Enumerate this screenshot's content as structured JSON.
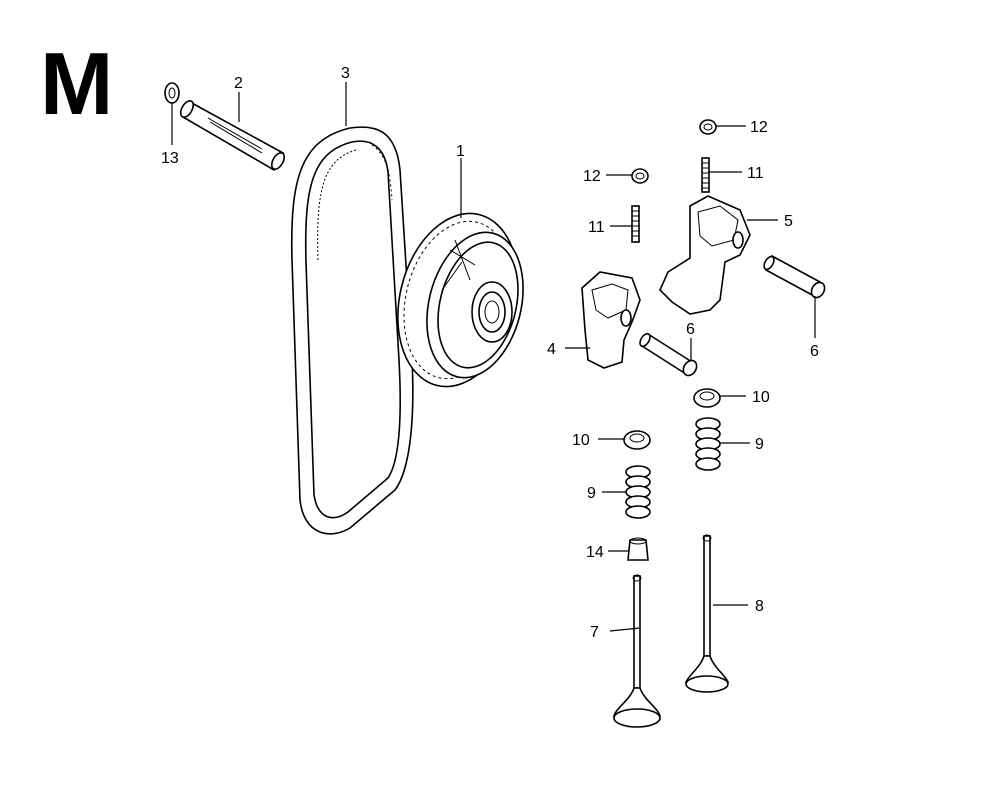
{
  "section": {
    "letter": "M"
  },
  "callouts": {
    "c1": "1",
    "c2": "2",
    "c3": "3",
    "c4": "4",
    "c5": "5",
    "c6a": "6",
    "c6b": "6",
    "c7": "7",
    "c8": "8",
    "c9a": "9",
    "c9b": "9",
    "c10a": "10",
    "c10b": "10",
    "c11a": "11",
    "c11b": "11",
    "c12a": "12",
    "c12b": "12",
    "c13": "13",
    "c14": "14"
  }
}
